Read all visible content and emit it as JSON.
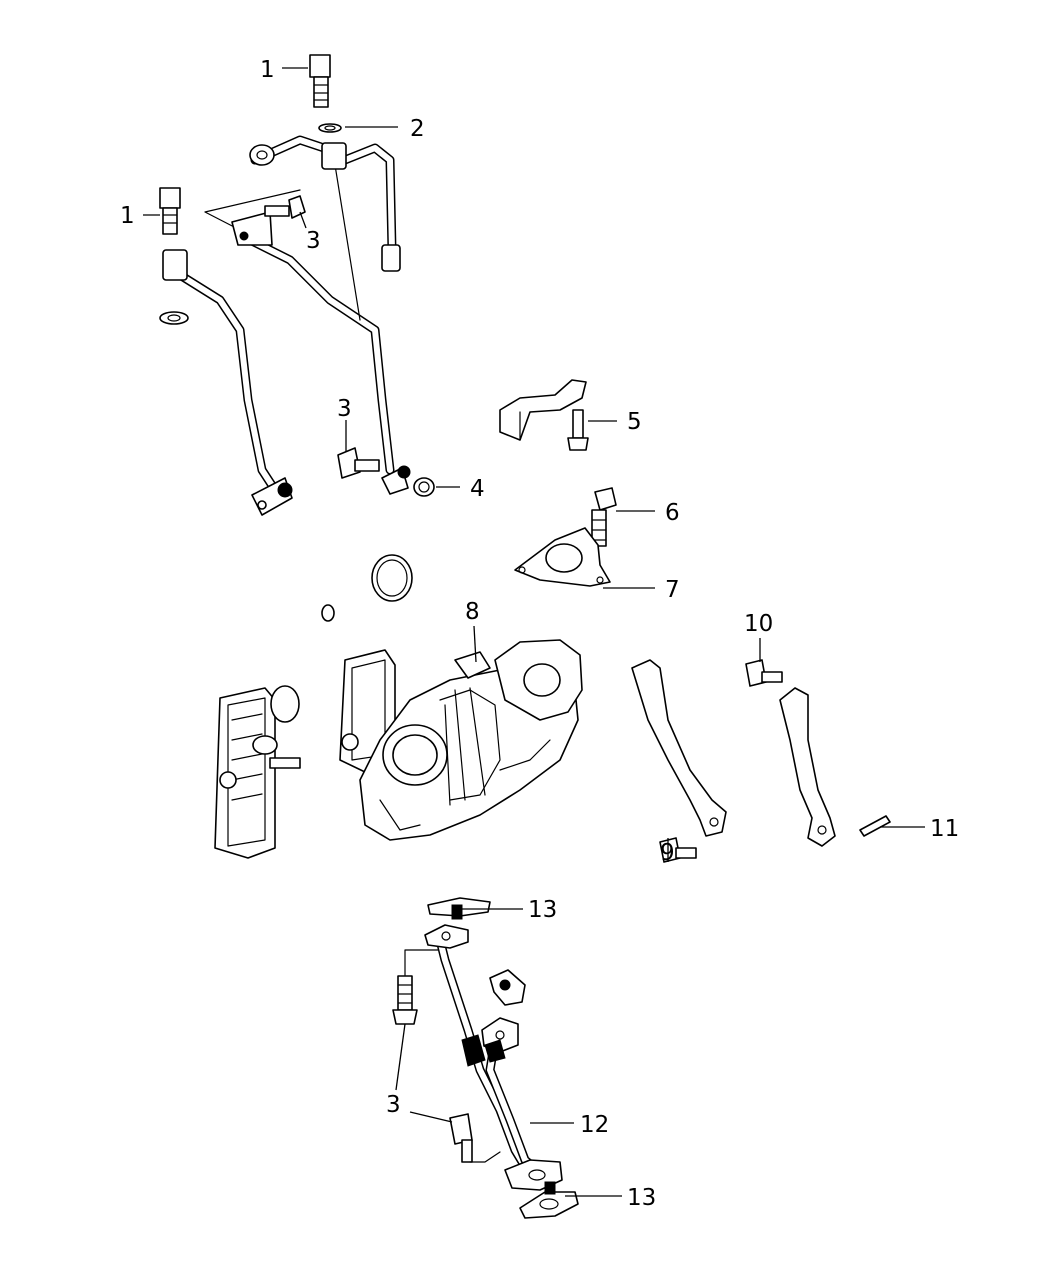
{
  "callouts": {
    "c1_top": "1",
    "c1_left": "1",
    "c2": "2",
    "c3_upper": "3",
    "c3_mid": "3",
    "c3_lower": "3",
    "c4": "4",
    "c5": "5",
    "c6": "6",
    "c7": "7",
    "c8": "8",
    "c9": "9",
    "c10": "10",
    "c11": "11",
    "c12": "12",
    "c13_top": "13",
    "c13_bottom": "13"
  }
}
